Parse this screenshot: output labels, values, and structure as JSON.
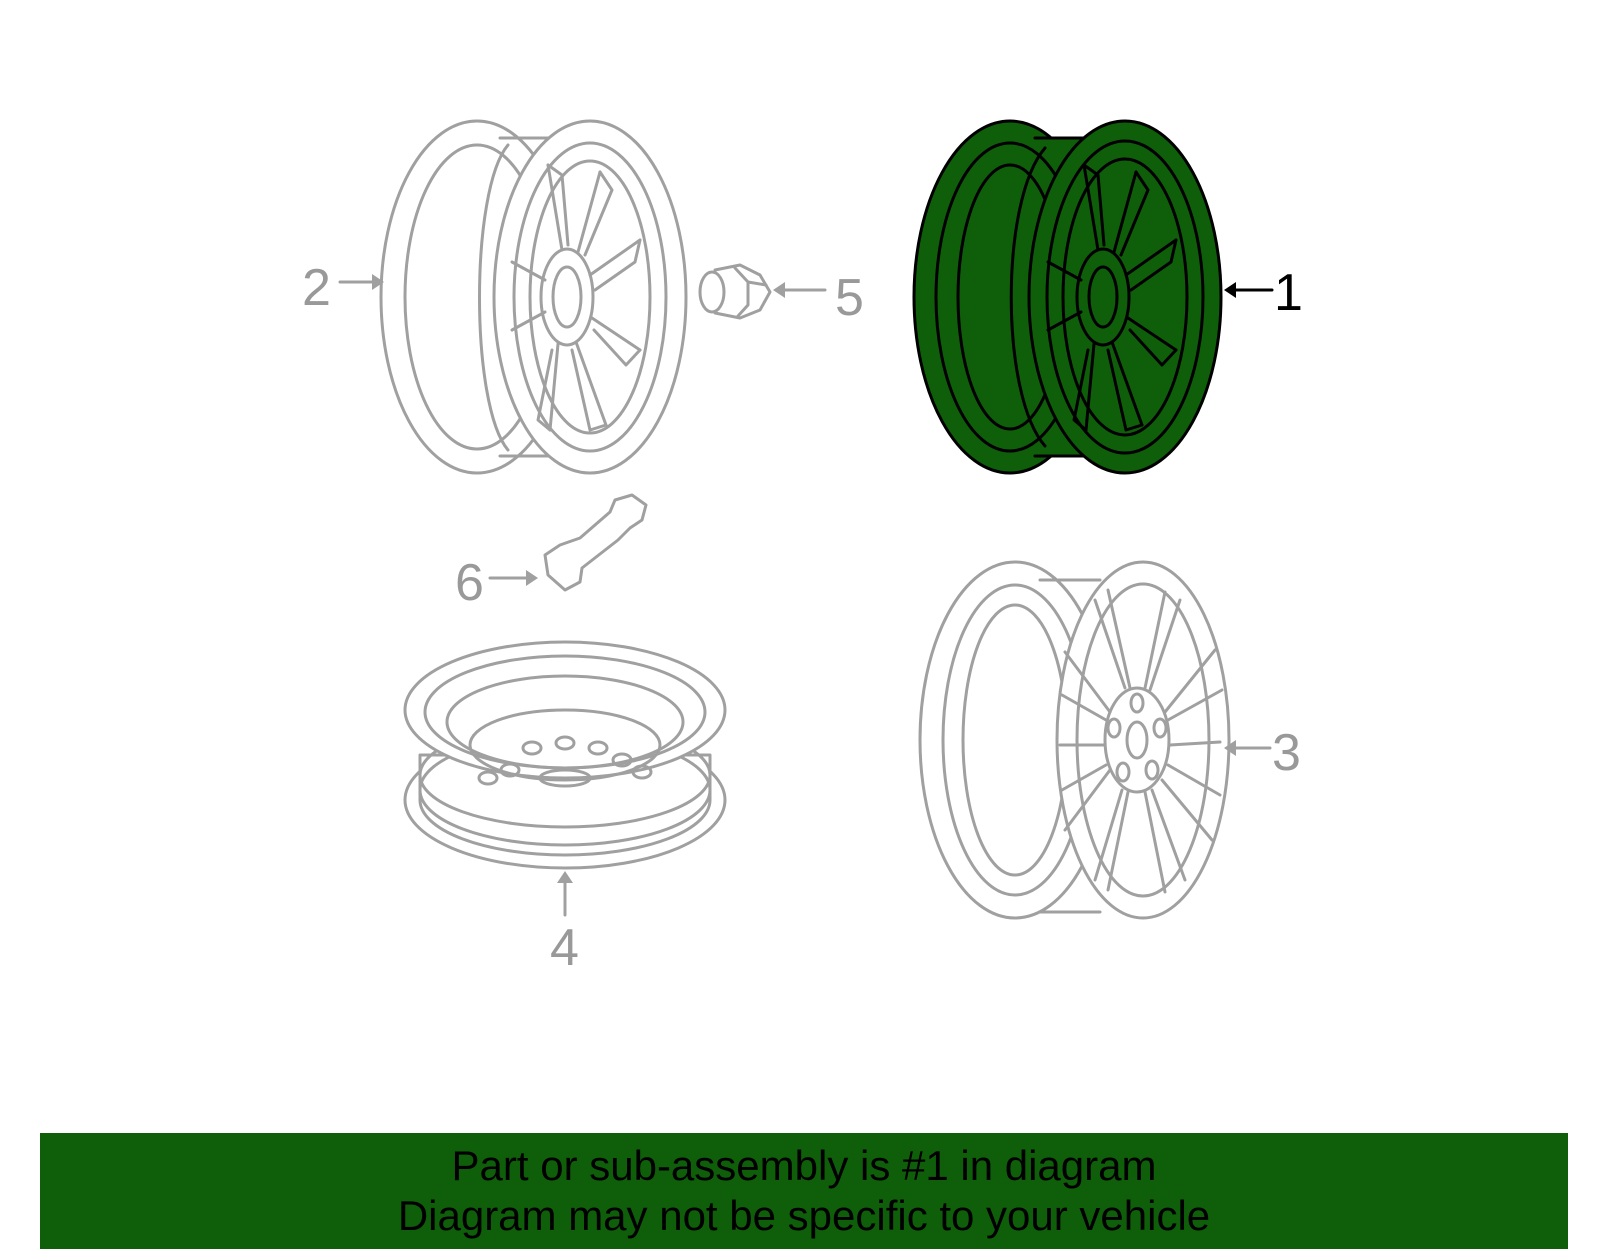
{
  "callouts": {
    "c1": "1",
    "c2": "2",
    "c3": "3",
    "c4": "4",
    "c5": "5",
    "c6": "6"
  },
  "banner": {
    "line1": "Part or sub-assembly is #1 in diagram",
    "line2": "Diagram may not be specific to your vehicle"
  },
  "colors": {
    "highlight": "#0f5e0a",
    "part_outline": "#a0a0a0",
    "selected_outline": "#000000"
  }
}
